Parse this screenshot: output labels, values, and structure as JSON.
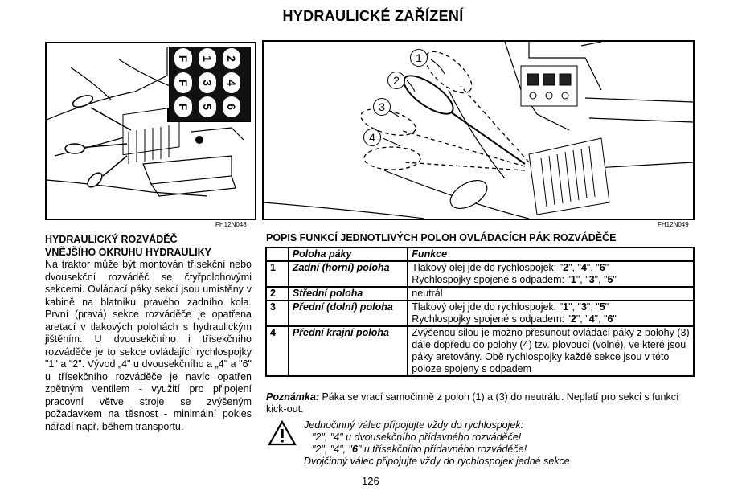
{
  "title": "HYDRAULICKÉ ZAŘÍZENÍ",
  "fig_left": {
    "code": "FH12N048",
    "switch_rows": [
      [
        "F",
        "1",
        "2"
      ],
      [
        "F",
        "3",
        "4"
      ],
      [
        "F",
        "5",
        "6"
      ]
    ]
  },
  "fig_right": {
    "code": "FH12N049",
    "positions": [
      "1",
      "2",
      "3",
      "4"
    ]
  },
  "left_heading": [
    "HYDRAULICKÝ ROZVÁDĚČ",
    "VNĚJŠÍHO OKRUHU HYDRAULIKY"
  ],
  "left_body": "Na traktor může být montován třísekční nebo dvousekční rozváděč se čtyřpolohovými sekcemi. Ovládací páky sekcí jsou umístěny v kabině na blatníku pravého zadního kola. První (pravá) sekce rozváděče je opatřena aretací v tlakových polohách s hydraulickým jištěním. U dvousekčního i třísekčního rozváděče je to sekce ovládající rychlospojky \"1\" a \"2\". Vývod „4\" u dvousekčního a „4\" a \"6\" u třísekčního rozváděče je navíc opatřen zpětným ventilem - využití pro připojení pracovní větve stroje se zvýšeným požadavkem na těsnost - minimální pokles nářadí např. během transportu.",
  "table_heading": "POPIS FUNKCÍ JEDNOTLIVÝCH POLOH OVLÁDACÍCH PÁK ROZVÁDĚČE",
  "table": {
    "header": [
      "Poloha páky",
      "Funkce"
    ],
    "rows": [
      {
        "num": "1",
        "position": "Zadní (horní) poloha",
        "lines": [
          [
            {
              "t": "Tlakový olej jde do rychlospojek: \""
            },
            {
              "t": "2",
              "b": true
            },
            {
              "t": "\", \""
            },
            {
              "t": "4",
              "b": true
            },
            {
              "t": "\", \""
            },
            {
              "t": "6",
              "b": true
            },
            {
              "t": "\""
            }
          ],
          [
            {
              "t": "Rychlospojky spojené s odpadem: \""
            },
            {
              "t": "1",
              "b": true
            },
            {
              "t": "\", \""
            },
            {
              "t": "3",
              "b": true
            },
            {
              "t": "\", \""
            },
            {
              "t": "5",
              "b": true
            },
            {
              "t": "\""
            }
          ]
        ]
      },
      {
        "num": "2",
        "position": "Střední poloha",
        "lines": [
          [
            {
              "t": "neutrál"
            }
          ]
        ]
      },
      {
        "num": "3",
        "position": "Přední (dolní) poloha",
        "lines": [
          [
            {
              "t": "Tlakový olej jde do rychlospojek: \""
            },
            {
              "t": "1",
              "b": true
            },
            {
              "t": "\", \""
            },
            {
              "t": "3",
              "b": true
            },
            {
              "t": "\", \""
            },
            {
              "t": "5",
              "b": true
            },
            {
              "t": "\""
            }
          ],
          [
            {
              "t": "Rychlospojky spojené s odpadem: \""
            },
            {
              "t": "2",
              "b": true
            },
            {
              "t": "\", \""
            },
            {
              "t": "4",
              "b": true
            },
            {
              "t": "\", \""
            },
            {
              "t": "6",
              "b": true
            },
            {
              "t": "\""
            }
          ]
        ]
      },
      {
        "num": "4",
        "position": "Přední krajní poloha",
        "lines": [
          [
            {
              "t": "Zvýšenou silou je možno přesunout ovládací páky z polohy (3) dále dopředu do polohy (4) tzv. plovoucí (volné), ve které jsou páky aretovány. Obě rychlospojky každé sekce jsou v této poloze spojeny s odpadem"
            }
          ]
        ]
      }
    ]
  },
  "note": {
    "label": "Poznámka:",
    "text": " Páka se vrací samočinně z poloh (1) a (3) do neutrálu. Neplatí pro sekci s funkcí kick-out."
  },
  "warning": {
    "lines": [
      [
        {
          "t": "Jednočinný válec připojujte vždy do rychlospojek:"
        }
      ],
      [
        {
          "t": "\"2\", \"4\" u dvousekčního přídavného rozváděče!"
        }
      ],
      [
        {
          "t": "\"2\", \"4\", \""
        },
        {
          "t": "6",
          "b": true
        },
        {
          "t": "\" u třísekčního přídavného rozváděče!"
        }
      ],
      [
        {
          "t": "Dvojčinný válec připojujte vždy do rychlospojek jedné sekce"
        }
      ]
    ]
  },
  "page_number": "126"
}
